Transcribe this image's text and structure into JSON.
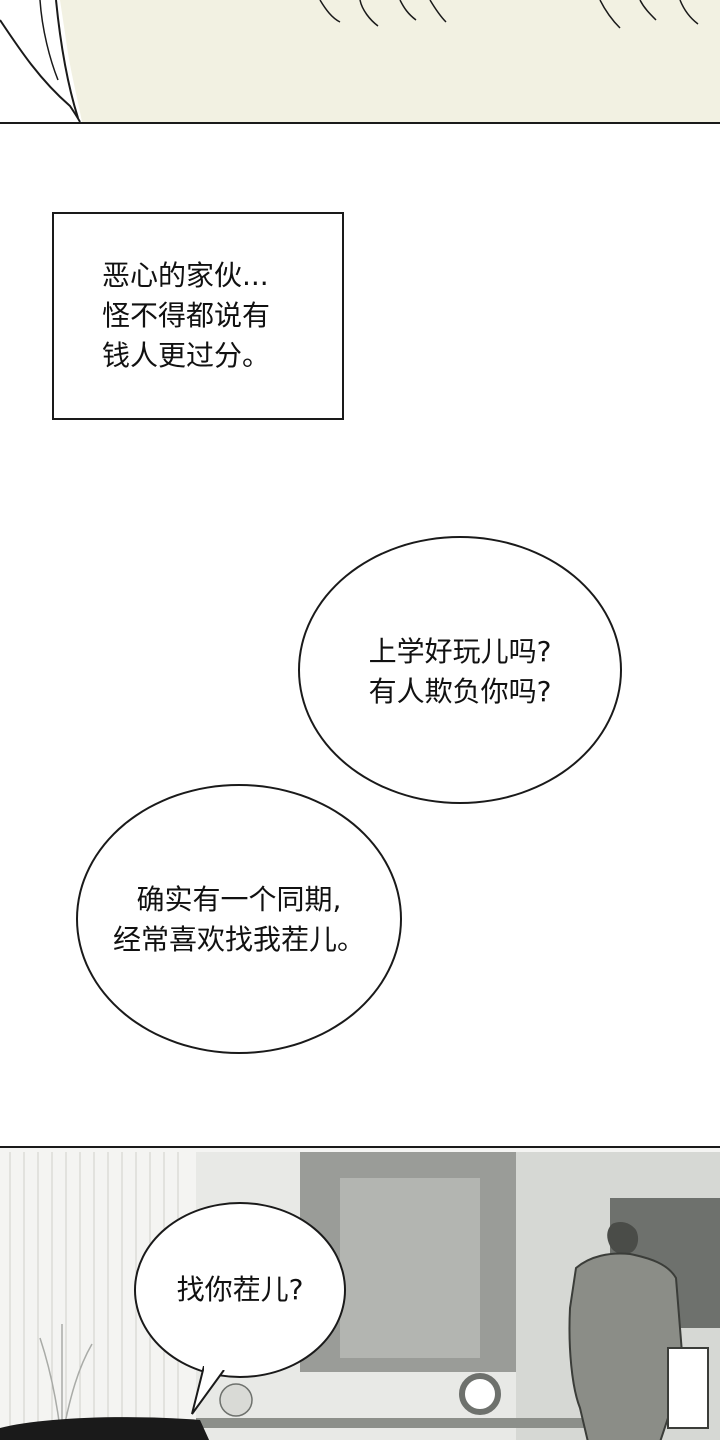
{
  "narration": {
    "lines": [
      "恶心的家伙...",
      "怪不得都说有",
      "钱人更过分。"
    ]
  },
  "bubble_1": {
    "lines": [
      "上学好玩儿吗?",
      "有人欺负你吗?"
    ]
  },
  "bubble_2": {
    "lines": [
      "确实有一个同期,",
      "经常喜欢找我茬儿。"
    ]
  },
  "bubble_3": {
    "lines": [
      "找你茬儿?"
    ]
  },
  "colors": {
    "ink": "#1a1a1a",
    "paper": "#ffffff",
    "skin_tone": "#f2f1e2",
    "interior_gray": "#9a9c98"
  }
}
